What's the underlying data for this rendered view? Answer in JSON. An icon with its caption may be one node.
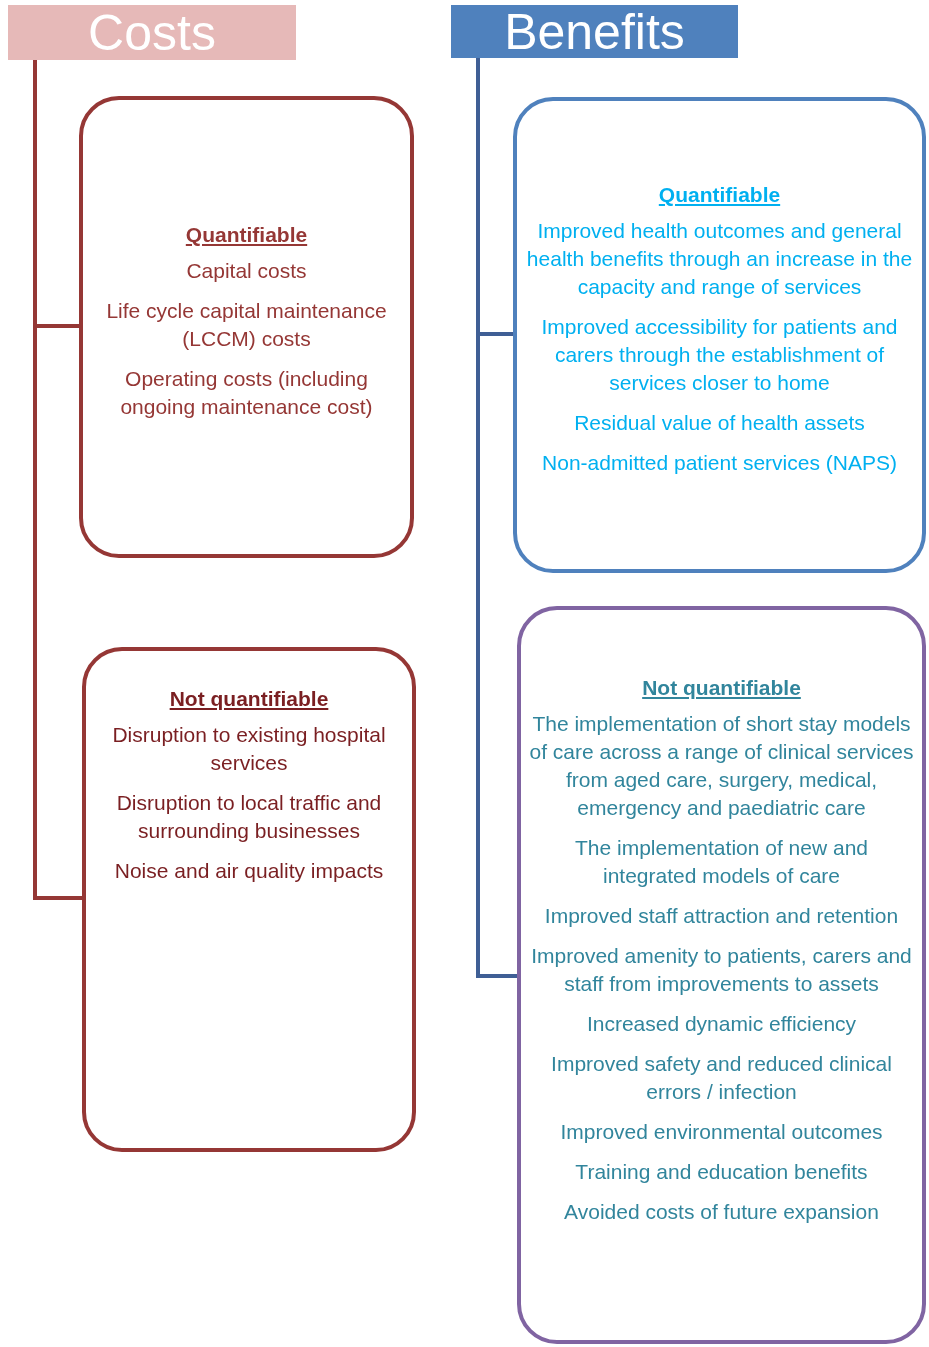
{
  "diagram": {
    "nodes": [
      {
        "text": [
          "Costs"
        ]
      },
      {
        "text": [
          "Quantifiable",
          "Capital costs",
          "Life cycle capital maintenance (LCCM) costs",
          "Operating costs (including ongoing maintenance cost)"
        ]
      },
      {
        "text": [
          "Not quantifiable",
          "Disruption to existing hospital services",
          "Disruption to local traffic and surrounding businesses",
          "Noise and air quality impacts"
        ]
      },
      {
        "text": [
          "Benefits"
        ]
      },
      {
        "text": [
          "Quantifiable",
          "Improved health outcomes and general health benefits through an increase in the capacity and range of services",
          "Improved accessibility for patients and carers through the establishment of services closer to home",
          "Residual value of health assets",
          "Non-admitted patient services (NAPS)"
        ]
      },
      {
        "text": [
          "Not quantifiable",
          "The implementation of short stay models of care across a range of clinical services from aged care, surgery, medical, emergency and paediatric care",
          "The implementation of new and integrated models of care",
          "Improved staff attraction and retention",
          "Improved amenity to patients, carers and staff from improvements to assets",
          "Increased dynamic efficiency",
          "Improved safety and reduced clinical errors / infection",
          "Improved environmental outcomes",
          "Training and education benefits",
          "Avoided costs of future expansion"
        ]
      }
    ],
    "edges": [
      {
        "from": 0,
        "to": 1,
        "arrow": "none",
        "color": "#953735"
      },
      {
        "from": 0,
        "to": 2,
        "arrow": "none",
        "color": "#953735"
      },
      {
        "from": 3,
        "to": 4,
        "arrow": "none",
        "color": "#3f5f95"
      },
      {
        "from": 3,
        "to": 5,
        "arrow": "none",
        "color": "#3f5f95"
      }
    ]
  }
}
